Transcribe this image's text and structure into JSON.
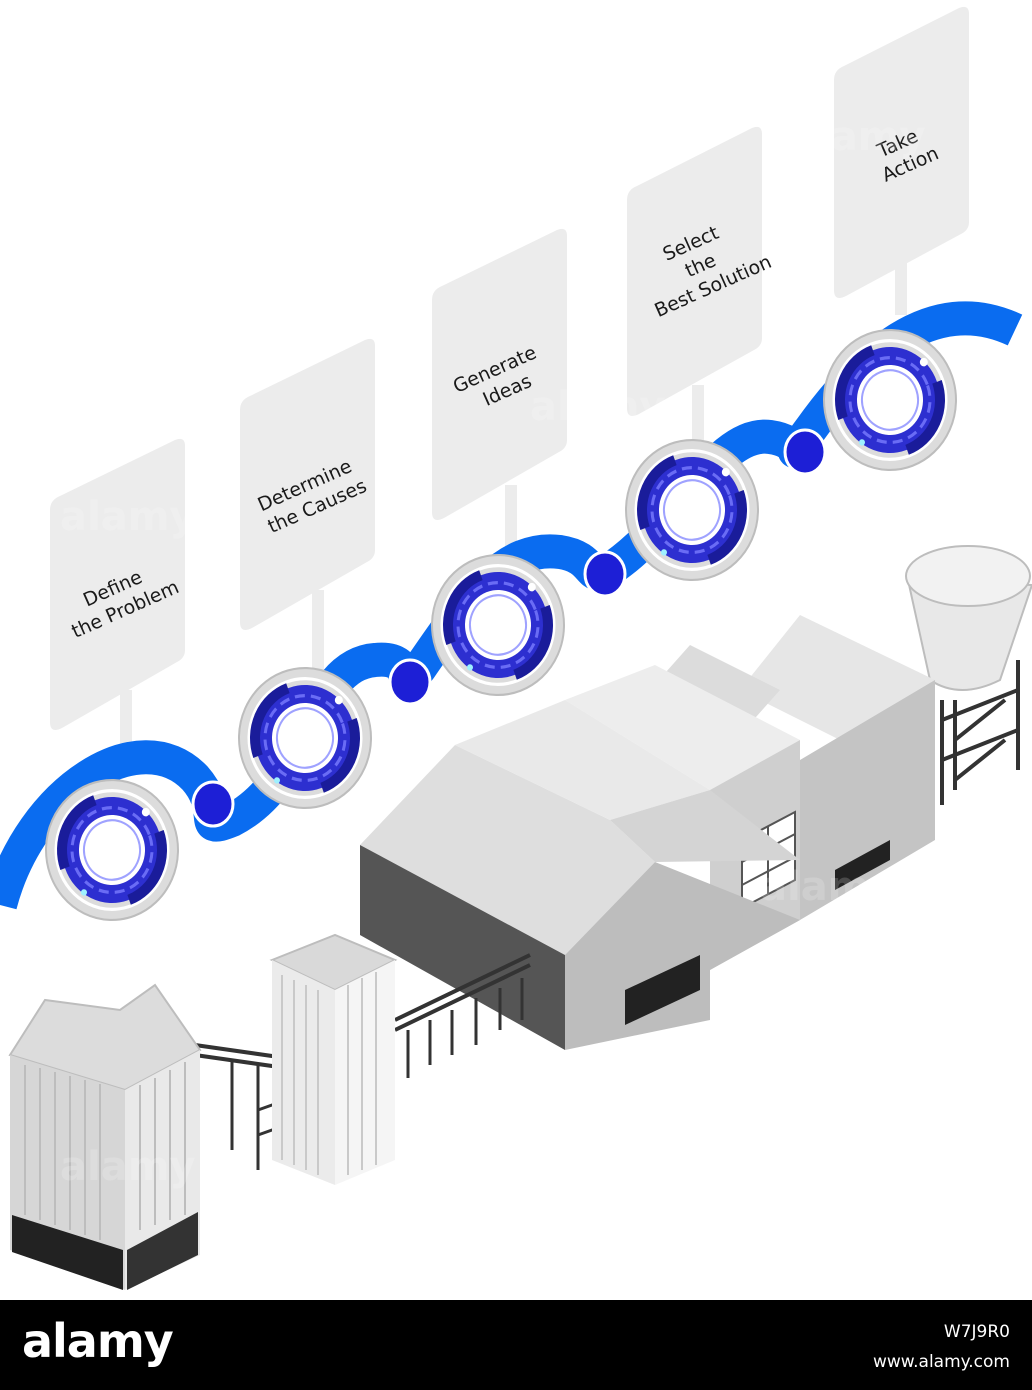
{
  "steps": [
    {
      "lines": [
        "Define",
        "the Problem"
      ]
    },
    {
      "lines": [
        "Determine",
        "the Causes"
      ]
    },
    {
      "lines": [
        "Generate",
        "Ideas"
      ]
    },
    {
      "lines": [
        "Select",
        "the",
        "Best Solution"
      ]
    },
    {
      "lines": [
        "Take",
        "Action"
      ]
    }
  ],
  "watermark": "alamy",
  "footer": {
    "logo": "alamy",
    "image_id": "W7J9R0",
    "url": "www.alamy.com"
  },
  "colors": {
    "ribbon": "#0a6cf0",
    "node_ring": "#2d2fd0",
    "card": "#ececec",
    "building_light": "#e2e2e2",
    "building_mid": "#b8b8b8",
    "building_dark": "#555555",
    "door": "#222222"
  }
}
